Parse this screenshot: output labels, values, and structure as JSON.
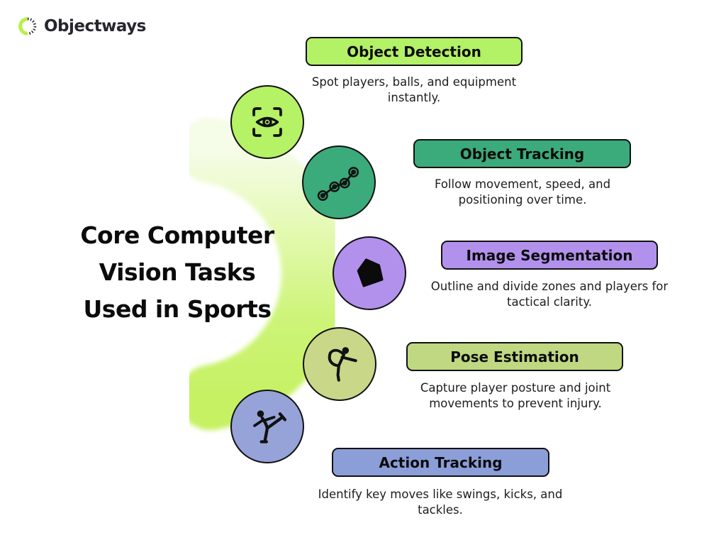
{
  "brand": {
    "name": "Objectways",
    "logo_icon": "half-green-half-dotted-ring-icon"
  },
  "title": {
    "lines": [
      "Core Computer",
      "Vision Tasks",
      "Used in Sports"
    ]
  },
  "colors": {
    "background": "#ffffff",
    "text_dark": "#0b0b0b",
    "outline": "#111111",
    "logo_green": "#b9ee4e",
    "arc_top": "#f5fce8",
    "arc_mid1": "#e2f9ad",
    "arc_mid2": "#cdf478",
    "arc_bottom": "#c6f163"
  },
  "tasks": [
    {
      "label": "Object Detection",
      "description": "Spot players, balls, and equipment instantly.",
      "icon": "eye-scan-icon",
      "pill_color": "#b3f166",
      "circle_color": "#b5f266"
    },
    {
      "label": "Object Tracking",
      "description": "Follow movement, speed, and positioning over time.",
      "icon": "tracking-path-nodes-icon",
      "pill_color": "#3bab7b",
      "circle_color": "#3bab7b"
    },
    {
      "label": "Image Segmentation",
      "description": "Outline and divide zones and players for tactical clarity.",
      "icon": "segmentation-mask-polygon-icon",
      "pill_color": "#b291ec",
      "circle_color": "#b291ec"
    },
    {
      "label": "Pose Estimation",
      "description": "Capture player posture and joint movements to prevent injury.",
      "icon": "yoga-dancer-pose-icon",
      "pill_color": "#bfd881",
      "circle_color": "#c9d789"
    },
    {
      "label": "Action Tracking",
      "description": "Identify key moves like swings, kicks, and tackles.",
      "icon": "martial-arts-kick-icon",
      "pill_color": "#8c9ed8",
      "circle_color": "#95a3d8"
    }
  ]
}
